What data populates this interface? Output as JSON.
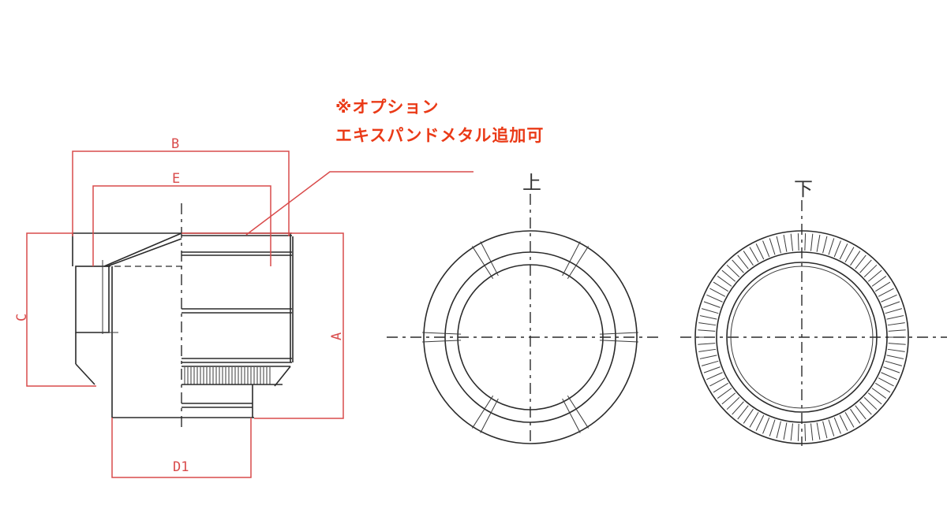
{
  "note": {
    "line1": "※オプション",
    "line2": "エキスパンドメタル追加可"
  },
  "dimensions": {
    "A": "A",
    "B": "B",
    "C": "C",
    "D1": "D1",
    "E": "E"
  },
  "views": {
    "top": "上",
    "bottom": "下"
  },
  "colors": {
    "annotation": "#ea3a17",
    "dimension": "#d94b4b",
    "drawing": "#2a2a2a"
  }
}
